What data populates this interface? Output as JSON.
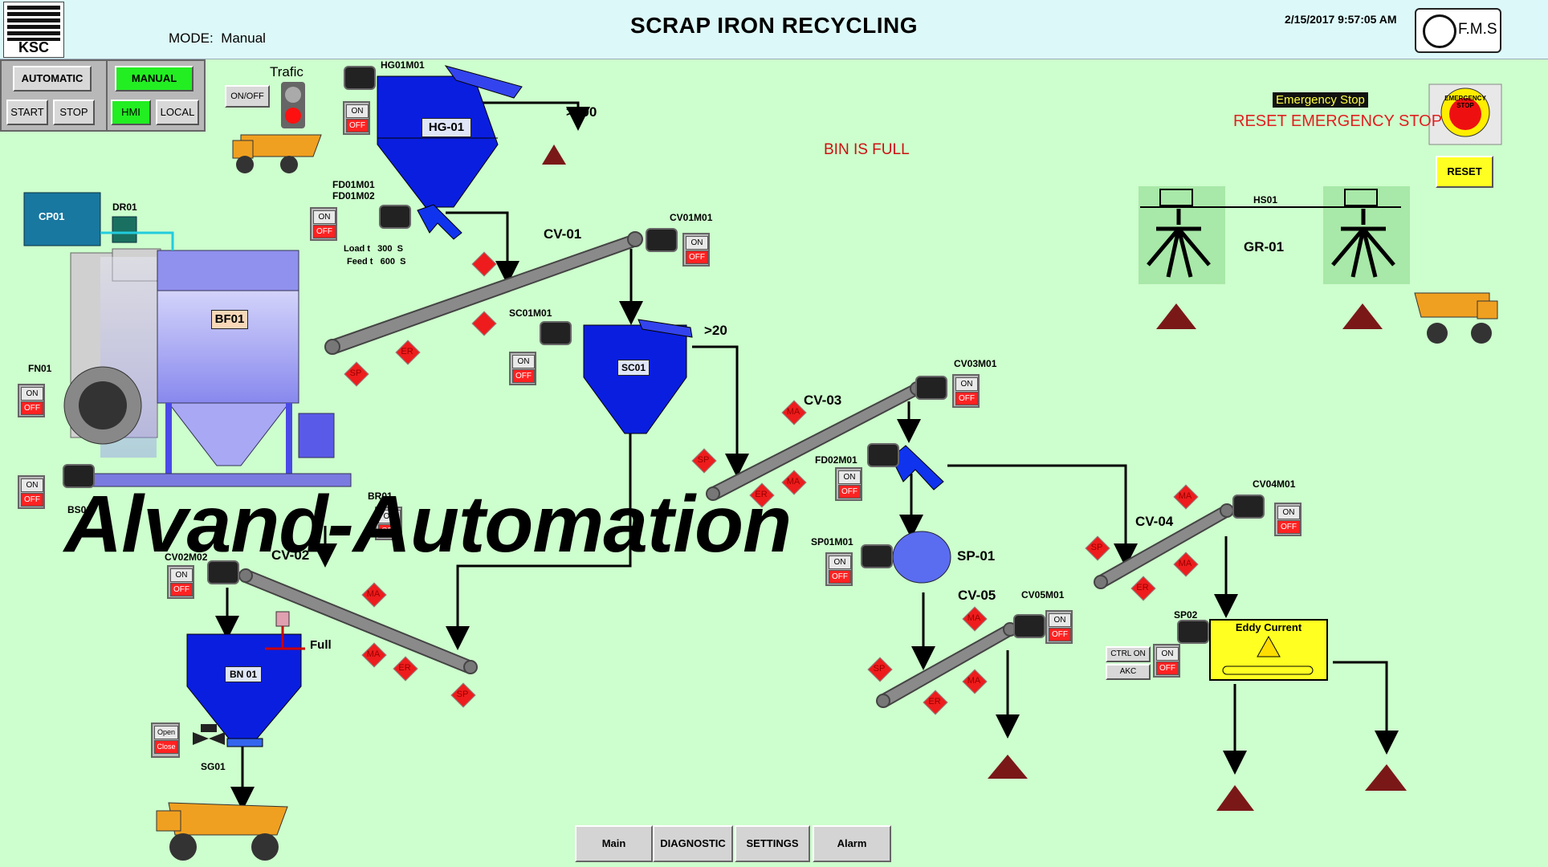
{
  "header": {
    "logo_text": "KSC",
    "mode_label": "MODE:",
    "mode_value": "Manual",
    "title": "SCRAP IRON RECYCLING",
    "datetime": "2/15/2017 9:57:05 AM",
    "fms_logo": "F.M.S"
  },
  "control_panel": {
    "automatic": "AUTOMATIC",
    "manual": "MANUAL",
    "start": "START",
    "stop": "STOP",
    "hmi": "HMI",
    "local": "LOCAL"
  },
  "traffic": {
    "label": "Trafic",
    "onoff": "ON/OFF"
  },
  "emergency": {
    "badge": "Emergency Stop",
    "reset_text": "RESET EMERGENCY STOP",
    "stop_label": "EMERGENCY STOP",
    "reset_button": "RESET"
  },
  "alerts": {
    "bin_full": "BIN IS FULL"
  },
  "on_label": "ON",
  "off_label": "OFF",
  "units": {
    "hg": "HG-01",
    "bf": "BF01",
    "cp": "CP01",
    "sc": "SC01",
    "bn": "BN 01",
    "sp": "SP-01",
    "gr": "GR-01",
    "eddy": "Eddy Current"
  },
  "tags": {
    "hg01m01": "HG01M01",
    "fd01m01": "FD01M01",
    "fd01m02": "FD01M02",
    "cv01m01": "CV01M01",
    "sc01m01": "SC01M01",
    "cv03m01": "CV03M01",
    "fd02m01": "FD02M01",
    "cv04m01": "CV04M01",
    "cv05m01": "CV05M01",
    "cv02m02": "CV02M02",
    "dr01": "DR01",
    "fn01": "FN01",
    "bs01": "BS01",
    "br01": "BR01",
    "sp01m01": "SP01M01",
    "sp02": "SP02",
    "hs01": "HS01",
    "sg01": "SG01"
  },
  "conveyors": {
    "cv01": "CV-01",
    "cv02": "CV-02",
    "cv03": "CV-03",
    "cv04": "CV-04",
    "cv05": "CV-05"
  },
  "feeder": {
    "load_label": "Load t",
    "load_value": "300",
    "load_unit": "S",
    "feed_label": "Feed t",
    "feed_value": "600",
    "feed_unit": "S"
  },
  "sizes": {
    "hg_out": ">100",
    "sc_out": ">20"
  },
  "bin_full_label": "Full",
  "gate": {
    "open": "Open",
    "close": "Close"
  },
  "ctrl": {
    "ctrl_on": "CTRL ON",
    "akc": "AKC"
  },
  "diamonds": {
    "sp": "SP",
    "er": "ER",
    "ma": "MA"
  },
  "watermark": "Alvand-Automation",
  "nav": {
    "main": "Main",
    "diagnostic": "DIAGNOSTIC",
    "settings": "SETTINGS",
    "alarm": "Alarm"
  },
  "colors": {
    "background": "#cdfecd",
    "equipment_blue": "#0a1ee0",
    "alarm_red": "#ee1c1c",
    "active_green": "#22ee22"
  }
}
